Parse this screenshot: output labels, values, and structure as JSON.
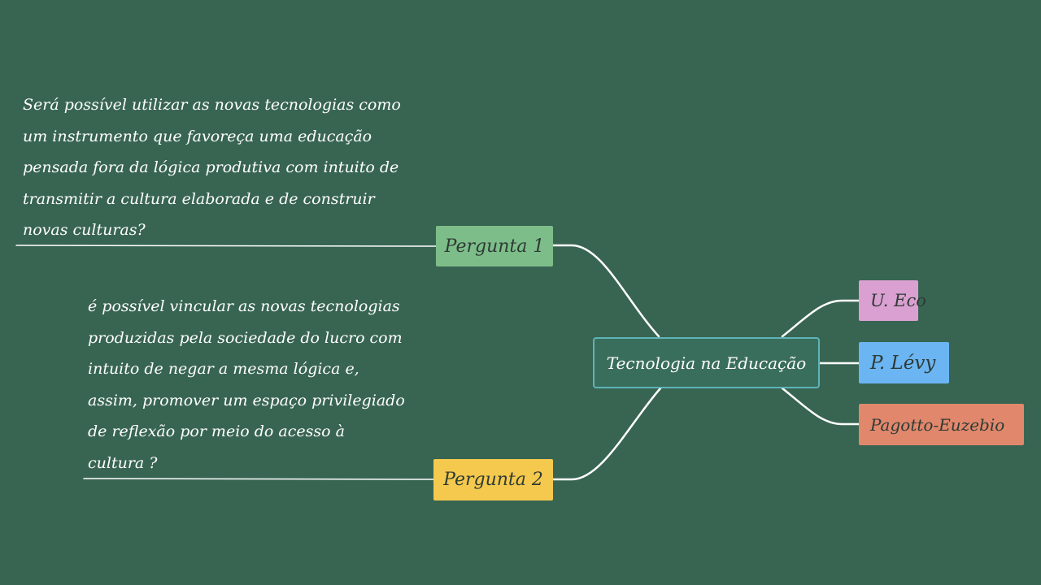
{
  "colors": {
    "background": "#386552",
    "connector": "#ffffff",
    "question_1": "#7dbd89",
    "question_2": "#f5c94d",
    "central": "#3a6e5c",
    "central_border": "#5eb3b8",
    "eco": "#dba0d2",
    "levy": "#6bb5f2",
    "pagotto": "#e0876c"
  },
  "central": {
    "label": "Tecnologia na Educação"
  },
  "questions": [
    {
      "label": "Pergunta 1",
      "text_lines": [
        "Será possível utilizar as novas tecnologias como",
        "um instrumento que favoreça uma educação",
        "pensada fora da lógica produtiva com intuito de",
        "transmitir a cultura elaborada e de construir",
        "novas culturas?"
      ]
    },
    {
      "label": "Pergunta 2",
      "text_lines": [
        "é possível vincular as novas tecnologias",
        "produzidas pela sociedade do lucro com",
        "intuito de negar a mesma lógica e,",
        "assim, promover um espaço privilegiado",
        "de reflexão por meio do acesso à",
        "cultura ?"
      ]
    }
  ],
  "authors": [
    {
      "label": "U. Eco"
    },
    {
      "label": "P. Lévy"
    },
    {
      "label": "Pagotto-Euzebio"
    }
  ]
}
